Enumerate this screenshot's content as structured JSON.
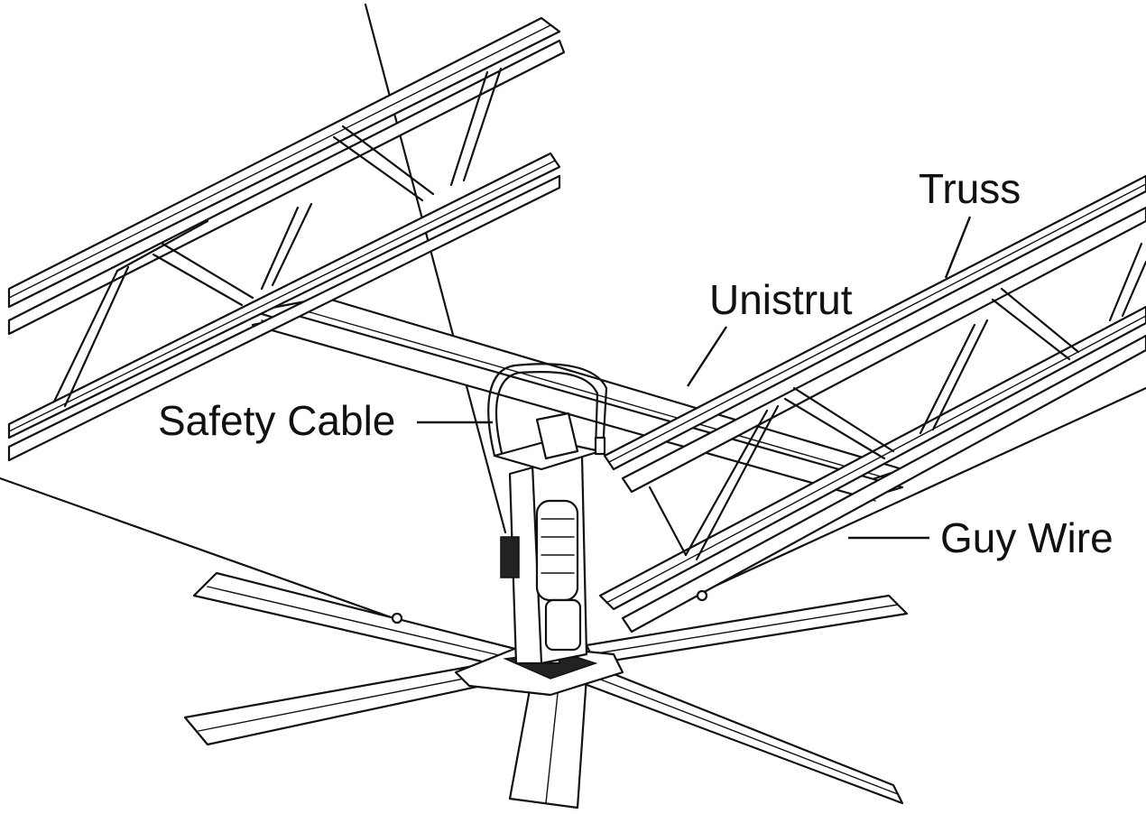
{
  "labels": {
    "truss": "Truss",
    "unistrut": "Unistrut",
    "safety_cable": "Safety Cable",
    "guy_wire": "Guy Wire"
  },
  "colors": {
    "line": "#111111",
    "background": "#ffffff"
  }
}
